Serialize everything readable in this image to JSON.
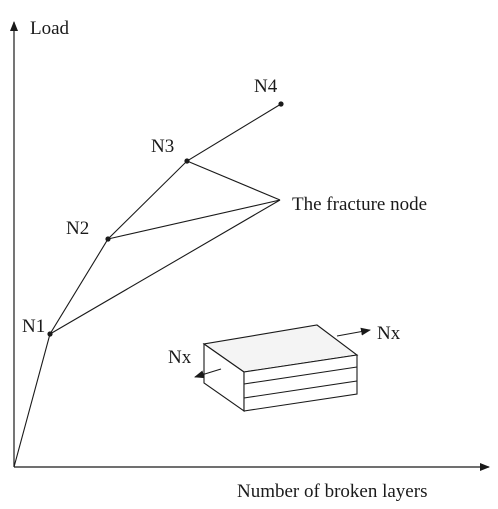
{
  "axes": {
    "y_label": "Load",
    "x_label": "Number of broken layers"
  },
  "nodes": [
    {
      "id": "n1",
      "label": "N1"
    },
    {
      "id": "n2",
      "label": "N2"
    },
    {
      "id": "n3",
      "label": "N3"
    },
    {
      "id": "n4",
      "label": "N4"
    }
  ],
  "annotation": {
    "label": "The fracture node"
  },
  "laminate": {
    "force_left_label": "Nx",
    "force_right_label": "Nx"
  },
  "colors": {
    "ink": "#1a1a1a",
    "box_top": "#f4f4f4",
    "box_side": "#ffffff"
  }
}
